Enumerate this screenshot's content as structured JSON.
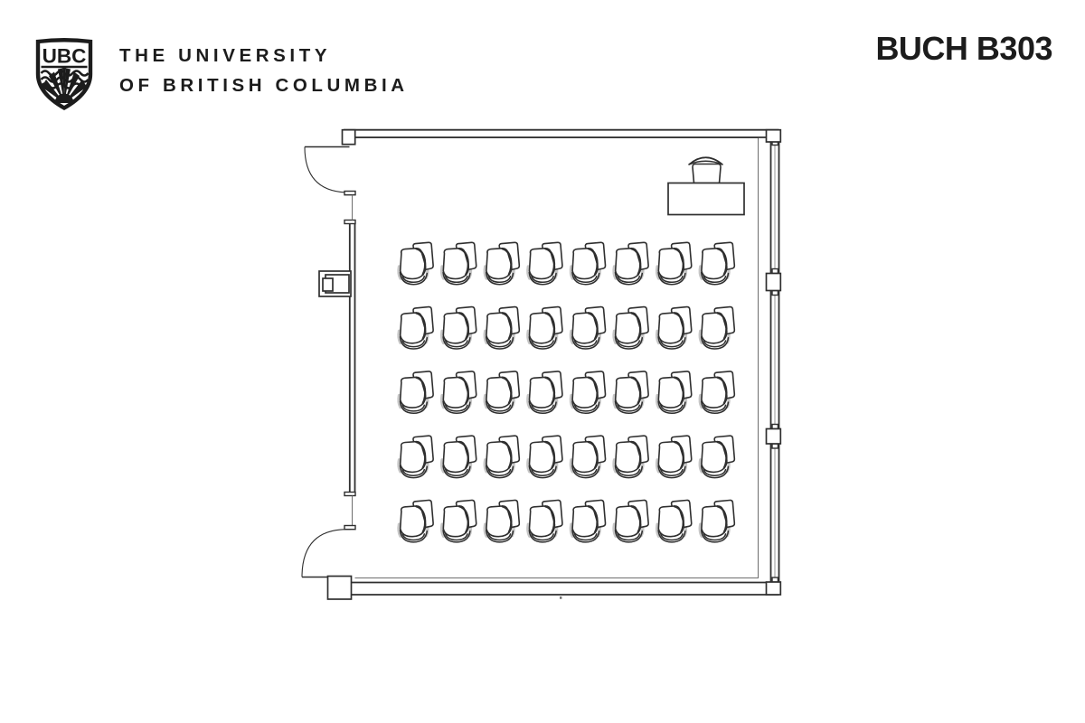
{
  "header": {
    "logo": {
      "monogram": "UBC"
    },
    "wordmark": {
      "line1": "THE UNIVERSITY",
      "line2": "OF BRITISH COLUMBIA"
    },
    "room_code": "BUCH B303"
  },
  "floorplan": {
    "room_name": "BUCH B303",
    "seating": {
      "rows": 5,
      "cols": 8,
      "total_seats": 40,
      "seat_type": "tablet-arm chair"
    },
    "equipment": [
      {
        "name": "instructor-table",
        "location": "front-right"
      },
      {
        "name": "lectern",
        "location": "front-right, on table"
      }
    ],
    "architecture": [
      {
        "name": "entry-door",
        "location": "top-left",
        "swing": "outward"
      },
      {
        "name": "entry-door",
        "location": "bottom-left",
        "swing": "outward"
      },
      {
        "name": "window-wall",
        "location": "right",
        "mullions": 4
      },
      {
        "name": "wall-cabinet",
        "location": "left wall"
      },
      {
        "name": "column",
        "location": "bottom-left corner"
      }
    ],
    "colors": {
      "wall_line": "#2f2f2f",
      "boundary_line": "#6e6e6e",
      "glass_line": "#8a8a8a",
      "seat_shadow": "#c6c6c6",
      "text_color": "#1c1c1c",
      "background": "#ffffff"
    }
  }
}
